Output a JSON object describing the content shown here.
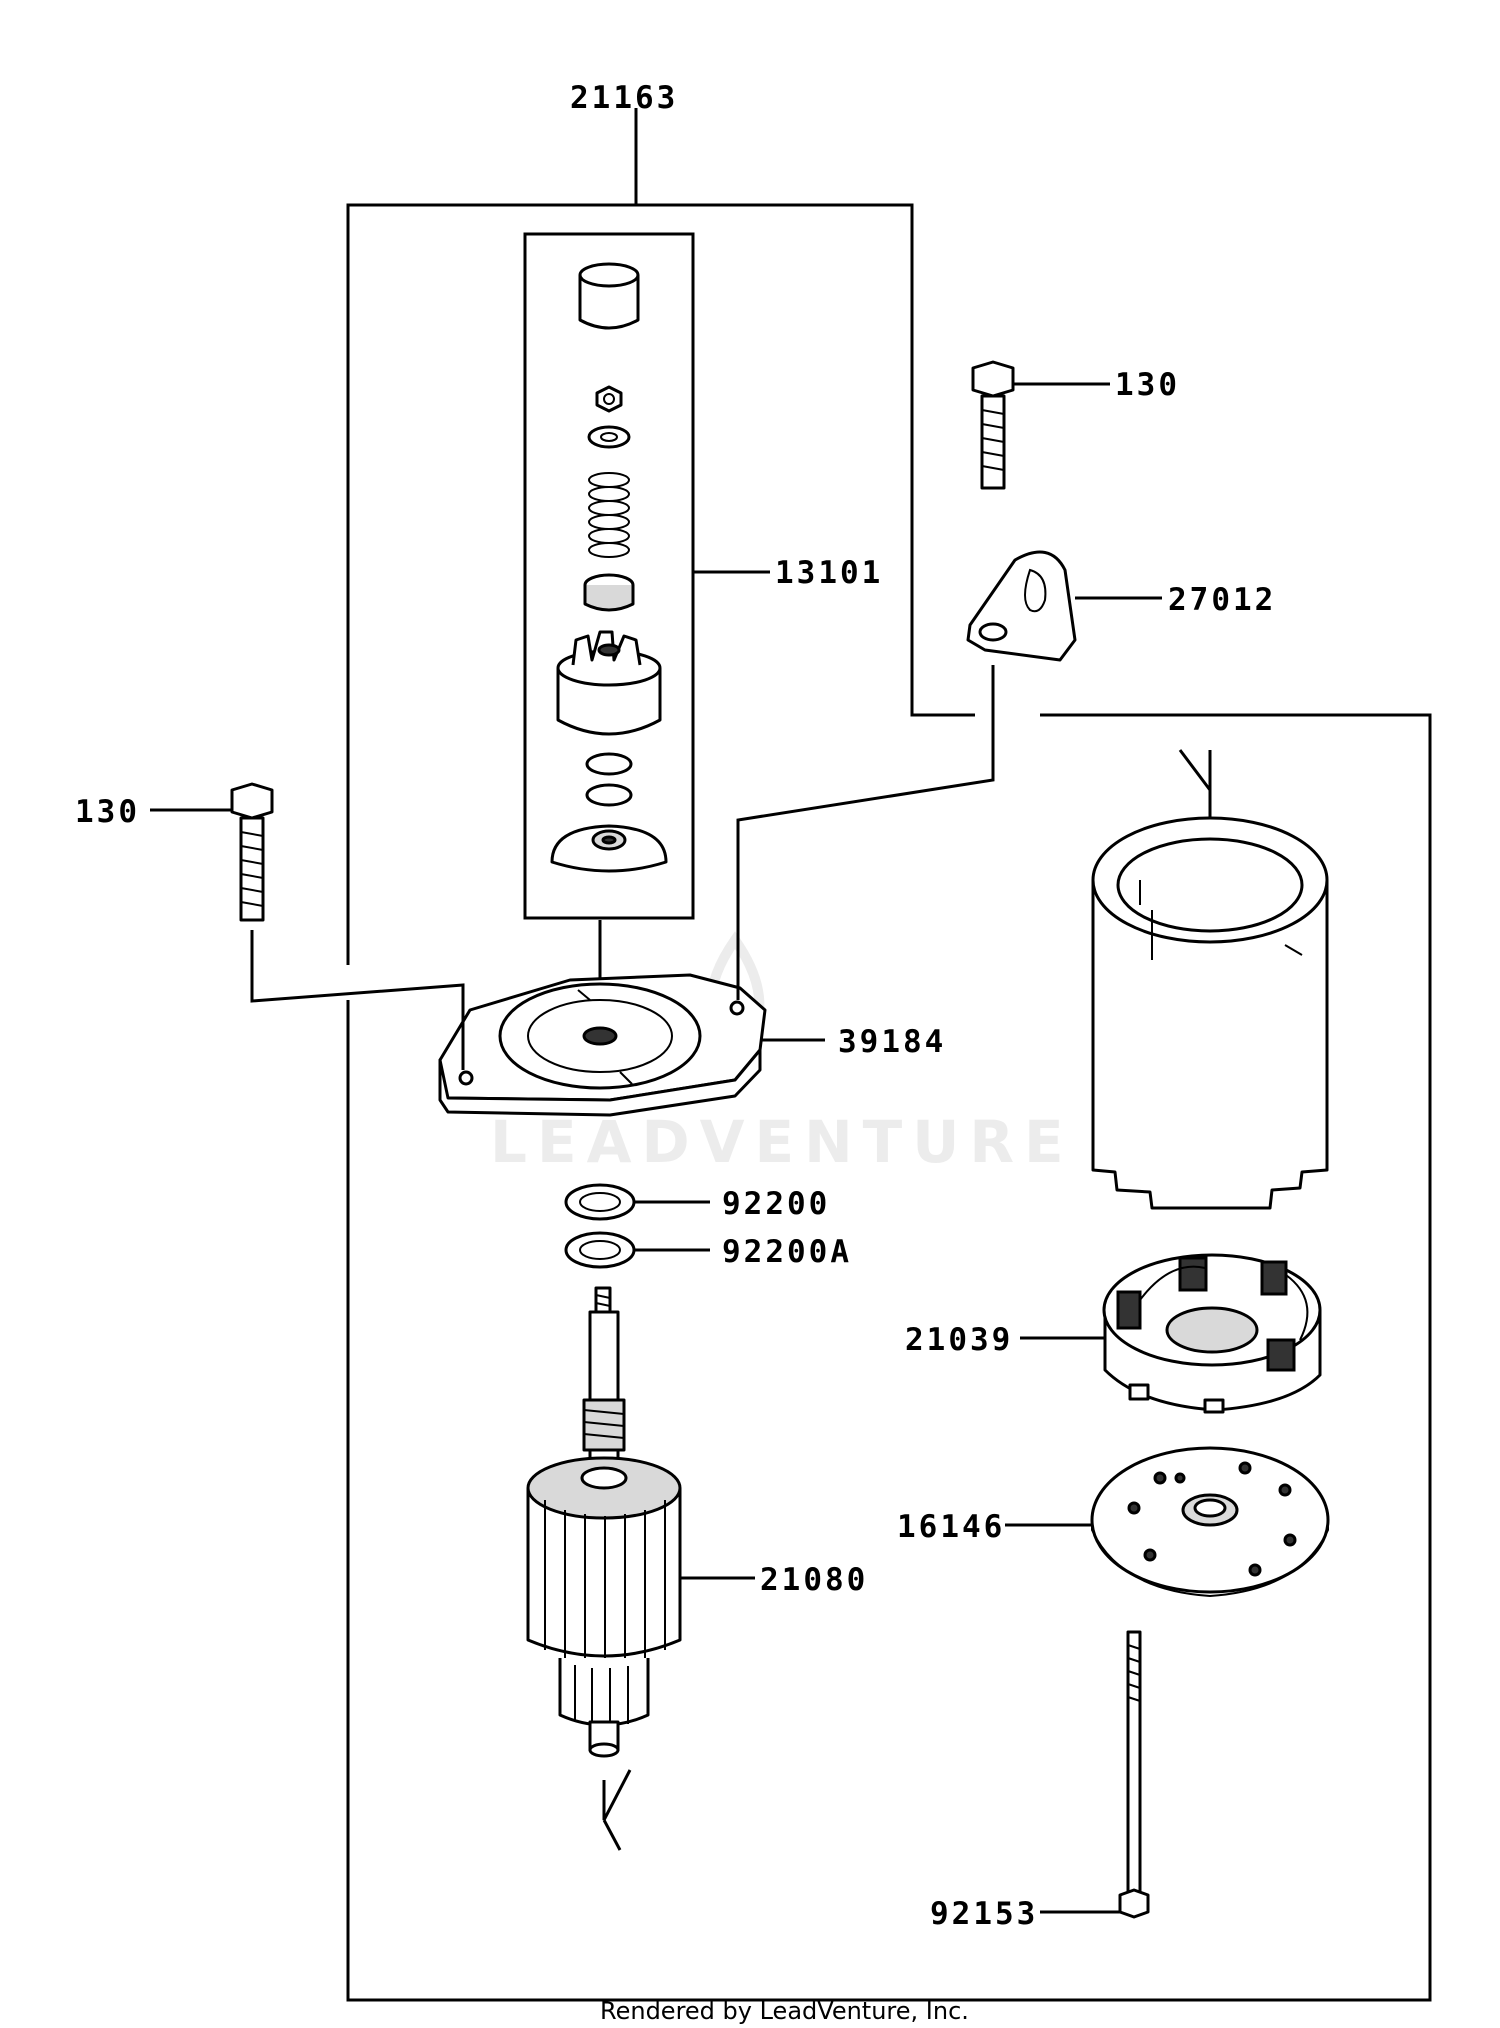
{
  "diagram": {
    "watermark": "LEADVENTURE",
    "footer": "Rendered by LeadVenture, Inc.",
    "callouts": {
      "assembly": "21163",
      "drive_kit": "13101",
      "bolt_right": "130",
      "bracket": "27012",
      "bolt_left": "130",
      "front_bracket": "39184",
      "washer": "92200",
      "washer_a": "92200A",
      "brush_holder": "21039",
      "end_cover": "16146",
      "armature": "21080",
      "through_bolt": "92153"
    }
  }
}
